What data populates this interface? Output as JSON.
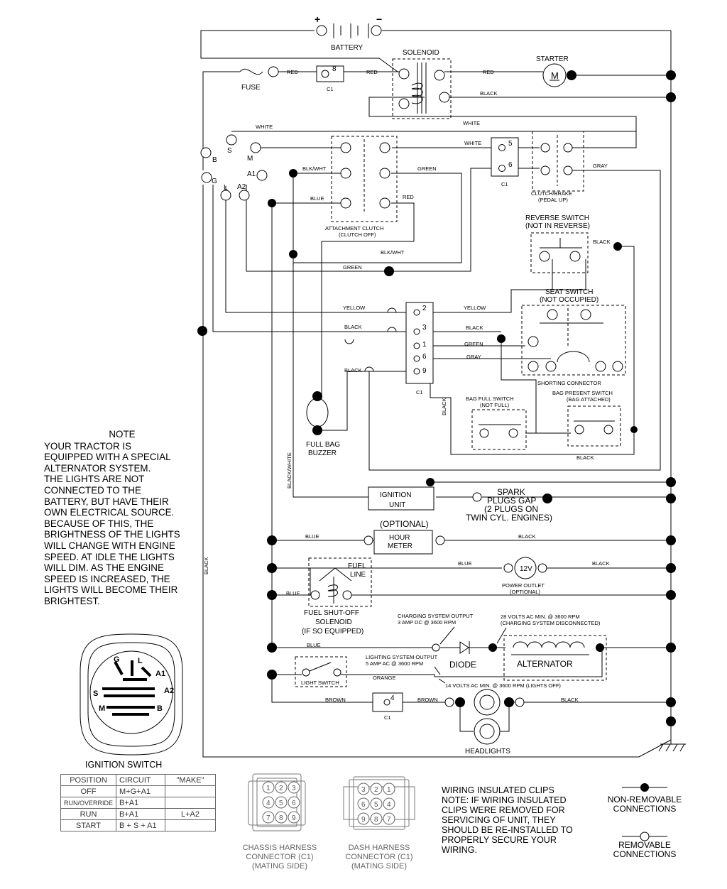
{
  "battery": {
    "label": "BATTERY",
    "plus": "+",
    "minus": "−"
  },
  "solenoid": {
    "label": "SOLENOID"
  },
  "starter": {
    "label": "STARTER",
    "symbol": "M"
  },
  "fuse": {
    "label": "FUSE"
  },
  "c1": "C1",
  "pins": {
    "p8": "8",
    "p5": "5",
    "p6": "6",
    "p2": "2",
    "p3": "3",
    "p1": "1",
    "p6b": "6",
    "p9": "9",
    "p4": "4"
  },
  "wires": {
    "red": "RED",
    "black": "BLACK",
    "white": "WHITE",
    "blkwht": "BLK/WHT",
    "green": "GREEN",
    "blue": "BLUE",
    "gray": "GRAY",
    "yellow": "YELLOW",
    "orange": "ORANGE",
    "brown": "BROWN",
    "blackwhite": "BLACK/WHITE"
  },
  "ignition_terminals": {
    "S": "S",
    "M": "M",
    "B": "B",
    "A1": "A1",
    "G": "G",
    "L": "L",
    "A2": "A2"
  },
  "attachment_clutch": {
    "line1": "ATTACHMENT CLUTCH",
    "line2": "(CLUTCH OFF)"
  },
  "clutch_brake": {
    "line1": "CLUTCH/BRAKE",
    "line2": "(PEDAL UP)"
  },
  "reverse_switch": {
    "line1": "REVERSE SWITCH",
    "line2": "(NOT IN REVERSE)"
  },
  "seat_switch": {
    "line1": "SEAT SWITCH",
    "line2": "(NOT OCCUPIED)"
  },
  "shorting_connector": "SHORTING CONNECTOR",
  "bag_present": {
    "line1": "BAG PRESENT SWITCH",
    "line2": "(BAG ATTACHED)"
  },
  "bag_full": {
    "line1": "BAG FULL SWITCH",
    "line2": "(NOT FULL)"
  },
  "buzzer": {
    "line1": "FULL BAG",
    "line2": "BUZZER"
  },
  "ignition_unit": {
    "line1": "IGNITION",
    "line2": "UNIT"
  },
  "spark_plugs": {
    "line1": "SPARK",
    "line2": "PLUGS GAP",
    "line3": "(2 PLUGS ON",
    "line4": "TWIN CYL. ENGINES)"
  },
  "hour_meter": {
    "optional": "(OPTIONAL)",
    "line1": "HOUR",
    "line2": "METER"
  },
  "power_outlet": {
    "symbol": "12V",
    "line1": "POWER OUTLET",
    "line2": "(OPTIONAL)"
  },
  "fuel_line": {
    "line1": "FUEL",
    "line2": "LINE"
  },
  "fuel_solenoid": {
    "line1": "FUEL SHUT-OFF",
    "line2": "SOLENOID",
    "line3": "(IF SO EQUIPPED)"
  },
  "charging_output": {
    "line1": "CHARGING SYSTEM OUTPUT",
    "line2": "3 AMP DC @ 3600 RPM"
  },
  "ac28": {
    "line1": "28 VOLTS AC MIN. @ 3600 RPM",
    "line2": "(CHARGING SYSTEM DISCONNECTED)"
  },
  "lighting_output": {
    "line1": "LIGHTING SYSTEM OUTPUT",
    "line2": "5 AMP AC @ 3600 RPM"
  },
  "diode": "DIODE",
  "alternator": "ALTERNATOR",
  "ac14": "14 VOLTS AC MIN. @ 3600 RPM (LIGHTS OFF)",
  "light_switch": "LIGHT SWITCH",
  "headlights": "HEADLIGHTS",
  "note": {
    "title": "NOTE",
    "body": "YOUR TRACTOR IS\nEQUIPPED WITH A SPECIAL\nALTERNATOR SYSTEM.\nTHE LIGHTS ARE NOT\nCONNECTED TO THE\nBATTERY, BUT HAVE THEIR\nOWN ELECTRICAL SOURCE.\nBECAUSE OF THIS, THE\nBRIGHTNESS OF THE LIGHTS\nWILL CHANGE WITH ENGINE\nSPEED.  AT IDLE THE LIGHTS\nWILL DIM.  AS THE ENGINE\nSPEED IS INCREASED,  THE\nLIGHTS WILL BECOME THEIR\nBRIGHTEST."
  },
  "ignition_switch": {
    "title": "IGNITION SWITCH",
    "letters": {
      "G": "G",
      "L": "L",
      "A1": "A1",
      "A2": "A2",
      "S": "S",
      "M": "M",
      "B": "B"
    },
    "table": {
      "headers": [
        "POSITION",
        "CIRCUIT",
        "\"MAKE\""
      ],
      "rows": [
        [
          "OFF",
          "M+G+A1",
          ""
        ],
        [
          "RUN/OVERRIDE",
          "B+A1",
          ""
        ],
        [
          "RUN",
          "B+A1",
          "L+A2"
        ],
        [
          "START",
          "B + S + A1",
          ""
        ]
      ]
    }
  },
  "chassis_harness": {
    "caption": "CHASSIS HARNESS\nCONNECTOR (C1)\n(MATING SIDE)",
    "pins": [
      "1",
      "2",
      "3",
      "4",
      "5",
      "6",
      "7",
      "8",
      "9"
    ]
  },
  "dash_harness": {
    "caption": "DASH HARNESS\nCONNECTOR (C1)\n(MATING SIDE)",
    "pins": [
      "3",
      "2",
      "1",
      "6",
      "5",
      "4",
      "9",
      "8",
      "7"
    ]
  },
  "clips_note": "WIRING INSULATED CLIPS\nNOTE: IF WIRING INSULATED\nCLIPS WERE REMOVED FOR\nSERVICING OF UNIT, THEY\nSHOULD BE RE-INSTALLED TO\nPROPERLY SECURE YOUR\nWIRING.",
  "legend": {
    "nonremovable": "NON-REMOVABLE\nCONNECTIONS",
    "removable": "REMOVABLE\nCONNECTIONS"
  }
}
